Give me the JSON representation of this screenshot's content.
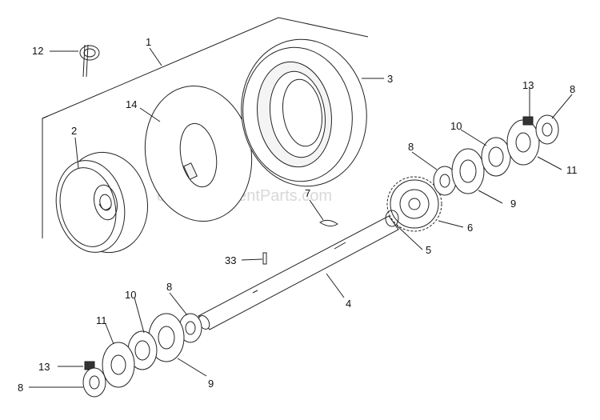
{
  "watermark": "eReplacementParts.com",
  "callouts": [
    {
      "id": "c1",
      "text": "1"
    },
    {
      "id": "c2",
      "text": "2"
    },
    {
      "id": "c3",
      "text": "3"
    },
    {
      "id": "c4",
      "text": "4"
    },
    {
      "id": "c5",
      "text": "5"
    },
    {
      "id": "c6",
      "text": "6"
    },
    {
      "id": "c7",
      "text": "7"
    },
    {
      "id": "c8a",
      "text": "8"
    },
    {
      "id": "c8b",
      "text": "8"
    },
    {
      "id": "c8c",
      "text": "8"
    },
    {
      "id": "c8d",
      "text": "8"
    },
    {
      "id": "c9a",
      "text": "9"
    },
    {
      "id": "c9b",
      "text": "9"
    },
    {
      "id": "c10a",
      "text": "10"
    },
    {
      "id": "c10b",
      "text": "10"
    },
    {
      "id": "c11a",
      "text": "11"
    },
    {
      "id": "c11b",
      "text": "11"
    },
    {
      "id": "c12",
      "text": "12"
    },
    {
      "id": "c13a",
      "text": "13"
    },
    {
      "id": "c13b",
      "text": "13"
    },
    {
      "id": "c14",
      "text": "14"
    },
    {
      "id": "c33",
      "text": "33"
    }
  ]
}
